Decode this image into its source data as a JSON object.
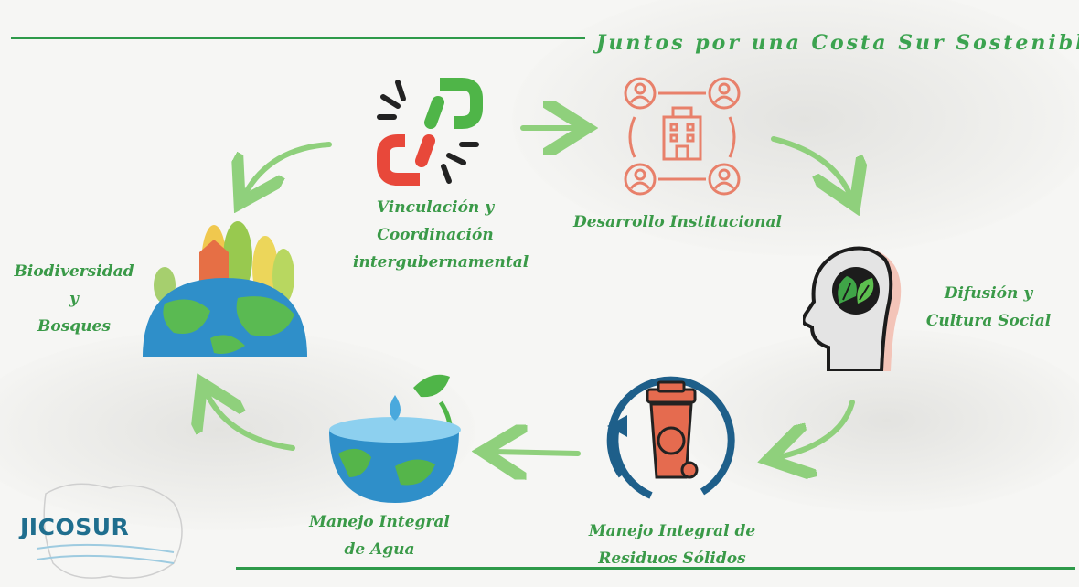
{
  "header": {
    "title": "Juntos por una Costa Sur Sostenible"
  },
  "nodes": {
    "vinculacion": {
      "lines": [
        "Vinculación y",
        "Coordinación",
        "intergubernamental"
      ],
      "icon": "broken-chain-icon"
    },
    "desarrollo": {
      "lines": [
        "Desarrollo Institucional"
      ],
      "icon": "institution-network-icon"
    },
    "difusion": {
      "lines": [
        "Difusión y",
        "Cultura Social"
      ],
      "icon": "head-leaves-icon"
    },
    "residuos": {
      "lines": [
        "Manejo Integral de",
        "Residuos Sólidos"
      ],
      "icon": "recycle-bin-icon"
    },
    "agua": {
      "lines": [
        "Manejo Integral",
        "de Agua"
      ],
      "icon": "water-globe-icon"
    },
    "biodiversidad": {
      "lines": [
        "Biodiversidad",
        "y",
        "Bosques"
      ],
      "icon": "forest-globe-icon"
    }
  },
  "logo": {
    "text": "JICOSUR"
  },
  "colors": {
    "green": "#3a9a48",
    "arrow": "#8fd07c",
    "salmon": "#e8806a"
  }
}
